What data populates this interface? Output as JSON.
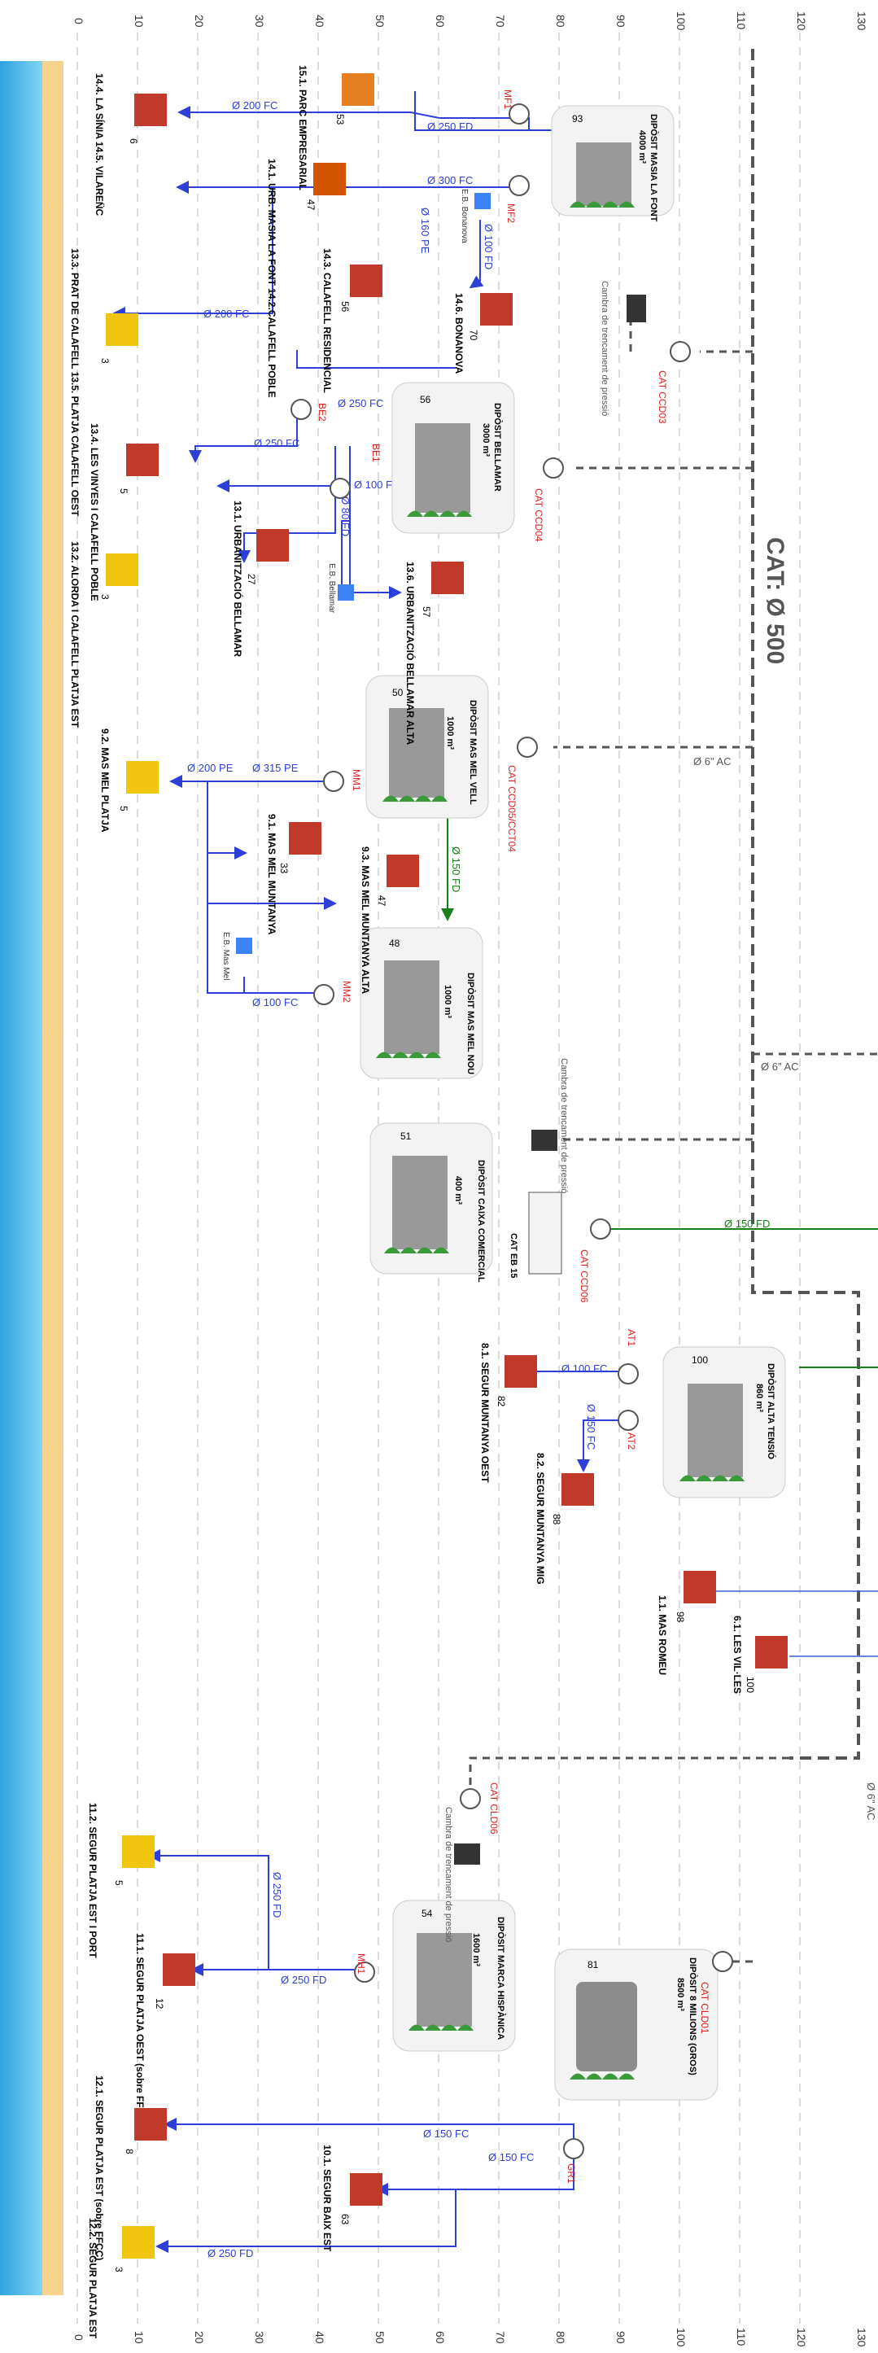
{
  "scale": {
    "ticks": [
      "0",
      "10",
      "20",
      "30",
      "40",
      "50",
      "60",
      "70",
      "80",
      "90",
      "100",
      "110",
      "120",
      "130"
    ]
  },
  "main_line_label": "CAT: Ø 500",
  "colors": {
    "grid": "#cfcfcf",
    "pipe_dark": "#555555",
    "pipe_blue": "#2d3fd6",
    "pipe_green": "#1a7f1a",
    "red_label": "#e02020",
    "sea": "#4fc3f7",
    "sand": "#f6d28c",
    "tank_fill": "#f3f3f3"
  },
  "tanks": [
    {
      "name": "DIPÒSIT MASIA LA FONT",
      "capacity": "4000 m³",
      "level": "93"
    },
    {
      "name": "DIPÒSIT BELLAMAR",
      "capacity": "3000 m³",
      "level": "56"
    },
    {
      "name": "DIPÒSIT MAS MEL VELL",
      "capacity": "1000 m³",
      "level": "50"
    },
    {
      "name": "DIPÒSIT MAS MEL NOU",
      "capacity": "1000 m³",
      "level": "48"
    },
    {
      "name": "DIPÒSIT CAIXA COMERCIAL",
      "capacity": "400 m³",
      "level": "51"
    },
    {
      "name": "DIPÒSIT ALTA TENSIÓ",
      "capacity": "860 m³",
      "level": "100"
    },
    {
      "name": "DIPÒSIT MARCA HISPÀNICA",
      "capacity": "1600 m³",
      "level": "54"
    },
    {
      "name": "DIPÒSIT 8 MILIONS (GROS)",
      "capacity": "8500 m³",
      "level": "81"
    }
  ],
  "meters": [
    {
      "id": "MF1"
    },
    {
      "id": "MF2"
    },
    {
      "id": "BE1"
    },
    {
      "id": "BE2"
    },
    {
      "id": "MM1"
    },
    {
      "id": "MM2"
    },
    {
      "id": "AT1"
    },
    {
      "id": "AT2"
    },
    {
      "id": "MH1"
    },
    {
      "id": "GR1"
    }
  ],
  "cat_points": [
    "CAT CCD03",
    "CAT CCD04",
    "CAT CCD05/CCT04",
    "CAT CCD06",
    "CAT CLD06",
    "CAT CLD01"
  ],
  "pressure_chambers": [
    "Cambra de trencament de pressió",
    "Cambra de trencament de pressió",
    "Cambra de trencament de pressió"
  ],
  "pumps": [
    "E.B. Bonanova",
    "E.B. Bellamar",
    "E.B. Mas Mel"
  ],
  "eb": "CAT EB 15",
  "pipe_labels": [
    "Ø 250 FD",
    "Ø 300 FC",
    "Ø 200 FC",
    "Ø 100 FD",
    "Ø 160 PE",
    "Ø 200 FC",
    "Ø 250 FC",
    "Ø 250 FC",
    "Ø 100 FC",
    "Ø 80 FD",
    "Ø 6\" AC",
    "Ø 315 PE",
    "Ø 200 PE",
    "Ø 150 FD",
    "Ø 100 FC",
    "Ø 6\" AC",
    "Ø 150 FD",
    "Ø 100 FC",
    "Ø 150 FC",
    "Ø 6\" AC",
    "Ø 250 FD",
    "Ø 250 FD",
    "Ø 150 FC",
    "Ø 150 FC",
    "Ø 250 FD"
  ],
  "zones": [
    {
      "name": "14.4. LA SÍNIA 14.5. VILAREN̈C",
      "value": "6"
    },
    {
      "name": "15.1. PARC EMPRESARIAL",
      "value": "53"
    },
    {
      "name": "14.1. URB. MASIA LA FONT 14.2.CALAFELL POBLE",
      "value": "47"
    },
    {
      "name": "14.3. CALAFELL RESIDENCIAL",
      "value": "56"
    },
    {
      "name": "14.6. BONANOVA",
      "value": "70"
    },
    {
      "name": "13.3. PRAT DE CALAFELL 13.5. PLATJA CALAFELL OEST",
      "value": "3"
    },
    {
      "name": "13.4. LES VINYES I CALAFELL POBLE",
      "value": "5"
    },
    {
      "name": "13.2. ALORDA I CALAFELL PLATJA EST",
      "value": "3"
    },
    {
      "name": "13.1. URBANITZACIÓ BELLAMAR",
      "value": "27"
    },
    {
      "name": "13.6. URBANITZACIÓ BELLAMAR ALTA",
      "value": "57"
    },
    {
      "name": "9.2. MAS MEL PLATJA",
      "value": "5"
    },
    {
      "name": "9.1. MAS MEL MUNTANYA",
      "value": "33"
    },
    {
      "name": "9.3. MAS MEL MUNTANYA ALTA",
      "value": "47"
    },
    {
      "name": "8.1. SEGUR MUNTANYA OEST",
      "value": "82"
    },
    {
      "name": "8.2. SEGUR MUNTANYA MIG",
      "value": "88"
    },
    {
      "name": "1.1. MAS ROMEU",
      "value": "98"
    },
    {
      "name": "6.1. LES VIL·LES",
      "value": "100"
    },
    {
      "name": "11.2. SEGUR PLATJA EST I PORT",
      "value": "5"
    },
    {
      "name": "11.1. SEGUR PLATJA OEST (sobre FFCC)",
      "value": "12"
    },
    {
      "name": "12.1. SEGUR PLATJA EST (sobre FFCC)",
      "value": "8"
    },
    {
      "name": "12.2. SEGUR PLATJA EST",
      "value": "3"
    },
    {
      "name": "10.1. SEGUR BAIX EST",
      "value": "63"
    }
  ]
}
